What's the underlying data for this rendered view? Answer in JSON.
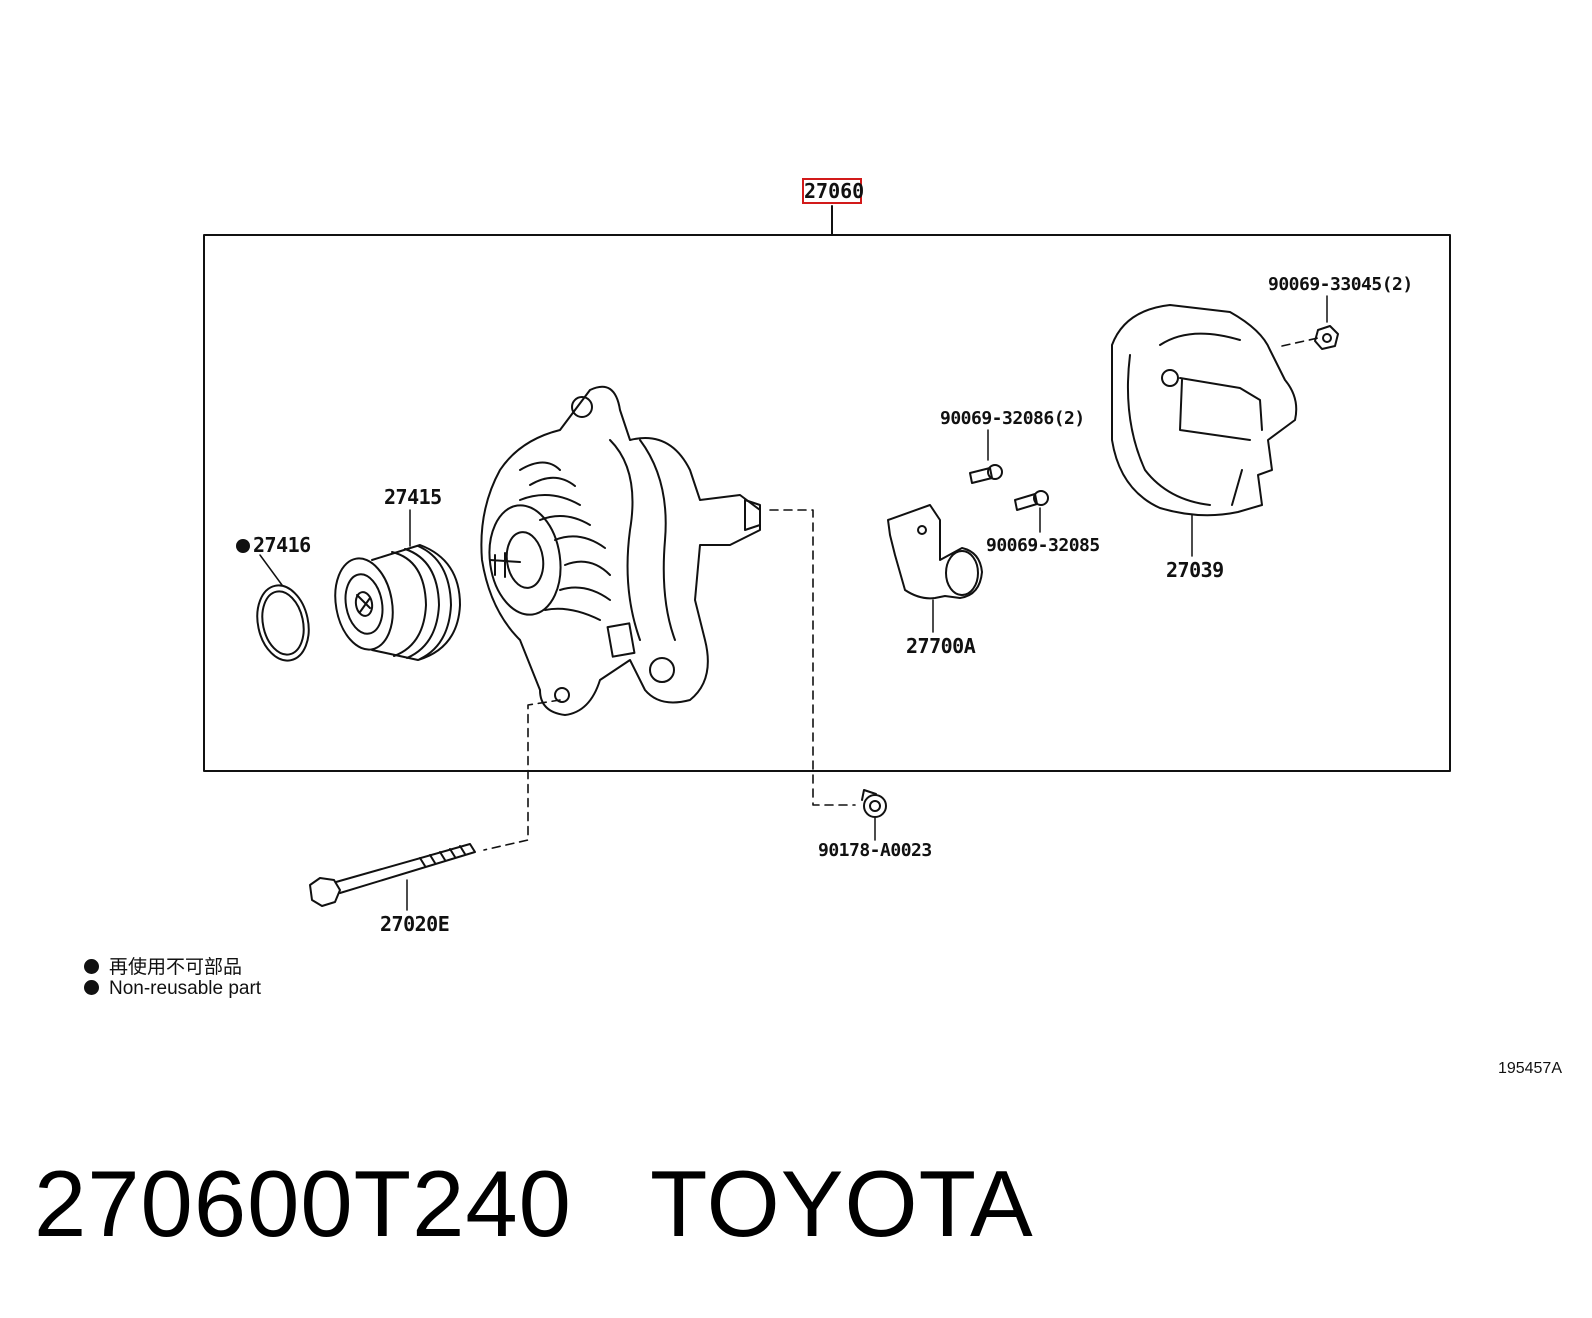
{
  "diagram": {
    "assembly_label": "27060",
    "labels": {
      "p27416": "27416",
      "p27415": "27415",
      "p27020E": "27020E",
      "p90178": "90178-A0023",
      "p90069_32086": "90069-32086(2)",
      "p90069_32085": "90069-32085",
      "p27700A": "27700A",
      "p90069_33045": "90069-33045(2)",
      "p27039": "27039"
    },
    "legend": [
      "再使用不可部品",
      "Non-reusable part"
    ],
    "illustration_code": "195457A"
  },
  "footer": {
    "part_number": "270600T240",
    "brand": "TOYOTA"
  },
  "colors": {
    "highlight": "#d21a1a",
    "ink": "#111111"
  }
}
